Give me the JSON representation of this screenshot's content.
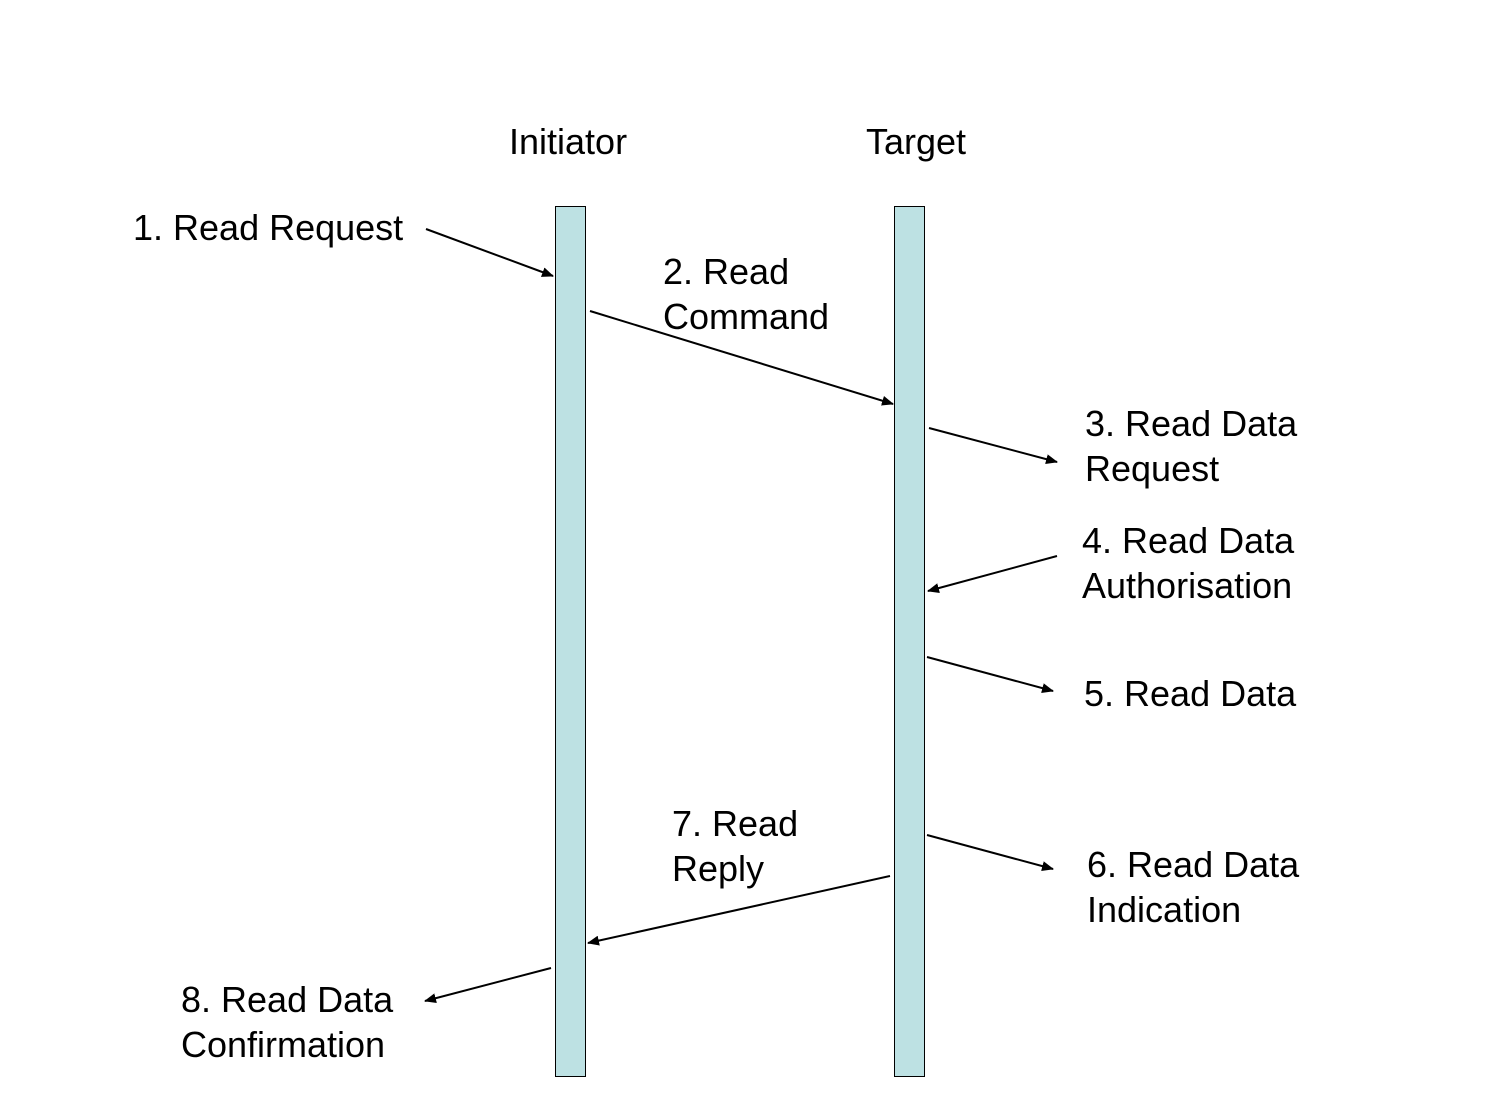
{
  "participants": {
    "initiator": "Initiator",
    "target": "Target"
  },
  "colors": {
    "lifeline_fill": "#bde1e3",
    "stroke": "#000000",
    "background": "#ffffff"
  },
  "messages": [
    {
      "step": 1,
      "lines": [
        "1. Read Request"
      ],
      "from": "external",
      "to": "initiator"
    },
    {
      "step": 2,
      "lines": [
        "2. Read",
        "Command"
      ],
      "from": "initiator",
      "to": "target"
    },
    {
      "step": 3,
      "lines": [
        "3. Read Data",
        "Request"
      ],
      "from": "target",
      "to": "external"
    },
    {
      "step": 4,
      "lines": [
        "4. Read Data",
        "Authorisation"
      ],
      "from": "external",
      "to": "target"
    },
    {
      "step": 5,
      "lines": [
        "5. Read Data"
      ],
      "from": "target",
      "to": "external"
    },
    {
      "step": 6,
      "lines": [
        "6. Read Data",
        "Indication"
      ],
      "from": "target",
      "to": "external"
    },
    {
      "step": 7,
      "lines": [
        "7. Read",
        "Reply"
      ],
      "from": "target",
      "to": "initiator"
    },
    {
      "step": 8,
      "lines": [
        "8. Read Data",
        "Confirmation"
      ],
      "from": "initiator",
      "to": "external"
    }
  ]
}
